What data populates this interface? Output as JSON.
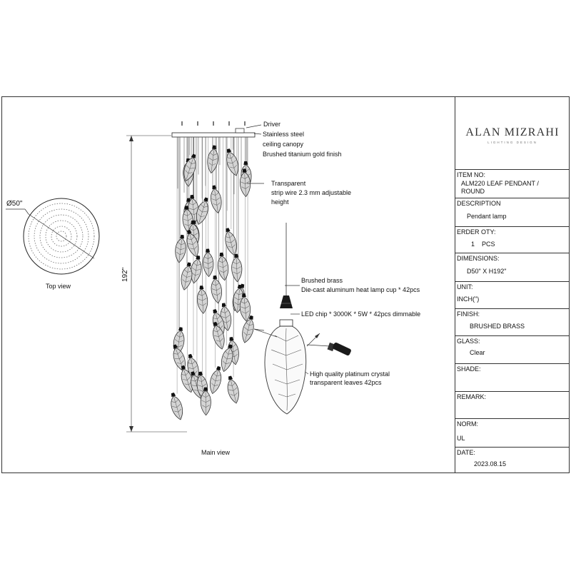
{
  "labels": {
    "driver": "Driver",
    "canopy_line1": "Stainless steel",
    "canopy_line2": "ceiling canopy",
    "finish_note": "Brushed titanium gold finish",
    "wire_line1": "Transparent",
    "wire_line2": "strip wire 2.3 mm adjustable",
    "wire_line3": "height",
    "cup_line1": "Brushed brass",
    "cup_line2": "Die-cast  aluminum heat lamp cup * 42pcs",
    "led": "LED chip * 3000K * 5W * 42pcs dimmable",
    "leaf_line1": "High quality platinum crystal",
    "leaf_line2": "transparent leaves 42pcs",
    "diameter": "Ø50\"",
    "height": "192\"",
    "top_view": "Top view",
    "main_view": "Main view"
  },
  "title_block": {
    "brand": "ALAN MIZRAHI",
    "brand_sub": "LIGHTING DESIGN",
    "item_no_label": "ITEM NO:",
    "item_no_line1": "ALM220 LEAF PENDANT /",
    "item_no_line2": "ROUND",
    "description_label": "DESCRIPTION",
    "description_value": "Pendant  lamp",
    "order_qty_label": "ERDER OTY:",
    "order_qty_value": "1    PCS",
    "dimensions_label": "DIMENSIONS:",
    "dimensions_value": "D50\" X H192\"",
    "unit_label": "UNIT:",
    "unit_value": "INCH(\")",
    "finish_label": "FINISH:",
    "finish_value": "BRUSHED BRASS",
    "glass_label": "GLASS:",
    "glass_value": "Clear",
    "shade_label": "SHADE:",
    "remark_label": "REMARK:",
    "norm_label": "NORM:",
    "norm_value": "UL",
    "date_label": "DATE:",
    "date_value": "2023.08.15"
  },
  "colors": {
    "line": "#222222",
    "leaf_fill": "#cfcfcf",
    "leaf_stroke": "#333333",
    "cup": "#111111"
  }
}
